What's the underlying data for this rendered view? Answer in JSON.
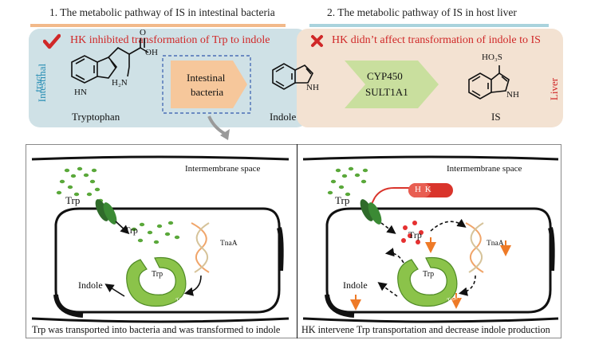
{
  "colors": {
    "intestine_panel": "#cfe1e6",
    "liver_panel": "#f3e2d2",
    "orange_underline": "#f2b98a",
    "blue_underline": "#a9d3dd",
    "red": "#d02828",
    "arrow_orange": "#f6c79b",
    "arrow_green": "#c9df9e",
    "membrane_green": "#2f6b2a",
    "trp_dot_green": "#5aa83a",
    "trp_dot_red": "#e53030",
    "enzyme_green": "#8bc34a",
    "hk_red": "#d9342b",
    "orange_arrow": "#ee7a27"
  },
  "top": {
    "heading_left": "1. The metabolic pathway of IS  in intestinal bacteria",
    "heading_right": "2. The metabolic pathway of IS in host liver",
    "statement_left": "HK inhibited  transformation of Trp to indole",
    "statement_right": "HK didn’t affect transformation of indole to IS",
    "icon_check": "check-icon",
    "icon_cross": "cross-icon",
    "label_intestinal": "Intestinal",
    "label_tract": "tract",
    "label_liver": "Liver",
    "bacteria_line1": "Intestinal",
    "bacteria_line2": "bacteria",
    "enzyme_line1": "CYP450",
    "enzyme_line2": "SULT1A1",
    "tryptophan": "Tryptophan",
    "indole": "Indole",
    "is": "IS",
    "atom_hn": "HN",
    "atom_nh": "NH",
    "atom_oh": "OH",
    "atom_o": "O",
    "atom_h2n": "H₂N",
    "atom_ho3s": "HO₃S"
  },
  "bottom": {
    "left": {
      "intermembrane": "Intermembrane space",
      "trp_outside": "Trp",
      "trp_inside": "Trp",
      "trp_enzyme": "Trp",
      "tnaa_gene": "TnaA",
      "tnaa_enzyme": "TnaA",
      "indole": "Indole",
      "caption": "Trp was transported into bacteria and  was transformed to indole"
    },
    "right": {
      "intermembrane": "Intermembrane space",
      "trp_outside": "Trp",
      "trp_inside": "Trp",
      "trp_enzyme": "Trp",
      "tnaa_gene": "TnaA",
      "tnaa_enzyme": "TnaA",
      "indole": "Indole",
      "hk": "H K",
      "caption": "HK intervene Trp transportation and decrease indole production"
    }
  }
}
